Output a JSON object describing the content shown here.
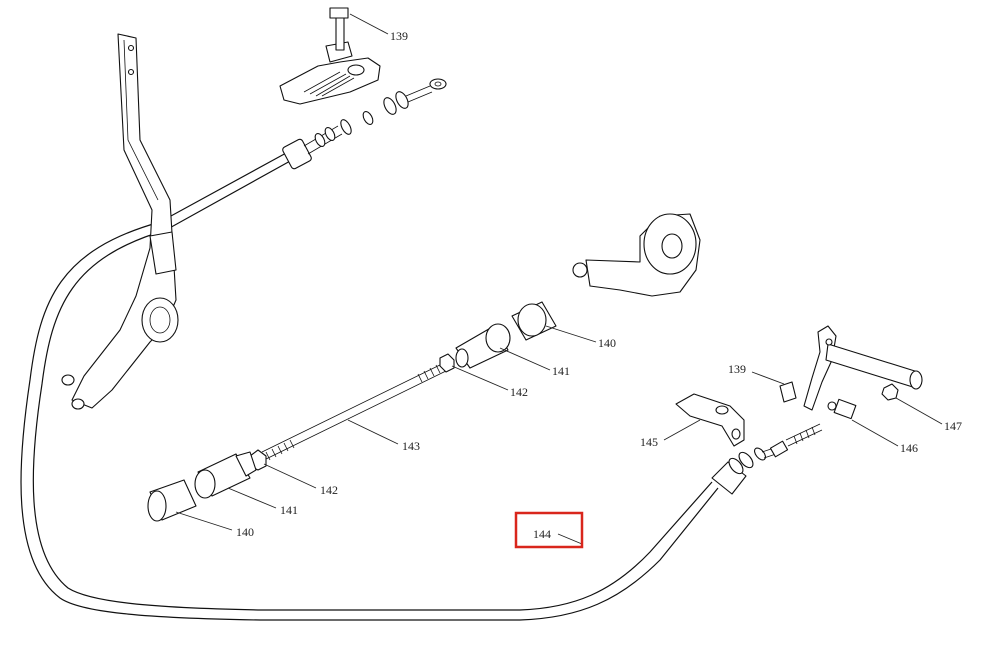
{
  "diagram": {
    "callouts": [
      {
        "id": "c139a",
        "text": "139"
      },
      {
        "id": "c140a",
        "text": "140"
      },
      {
        "id": "c141a",
        "text": "141"
      },
      {
        "id": "c142a",
        "text": "142"
      },
      {
        "id": "c143",
        "text": "143"
      },
      {
        "id": "c142b",
        "text": "142"
      },
      {
        "id": "c141b",
        "text": "141"
      },
      {
        "id": "c140b",
        "text": "140"
      },
      {
        "id": "c144",
        "text": "144"
      },
      {
        "id": "c145",
        "text": "145"
      },
      {
        "id": "c139b",
        "text": "139"
      },
      {
        "id": "c146",
        "text": "146"
      },
      {
        "id": "c147",
        "text": "147"
      }
    ],
    "highlight": {
      "target": "144",
      "color": "#d9261c"
    },
    "line_color": "#111111",
    "background": "#ffffff"
  }
}
